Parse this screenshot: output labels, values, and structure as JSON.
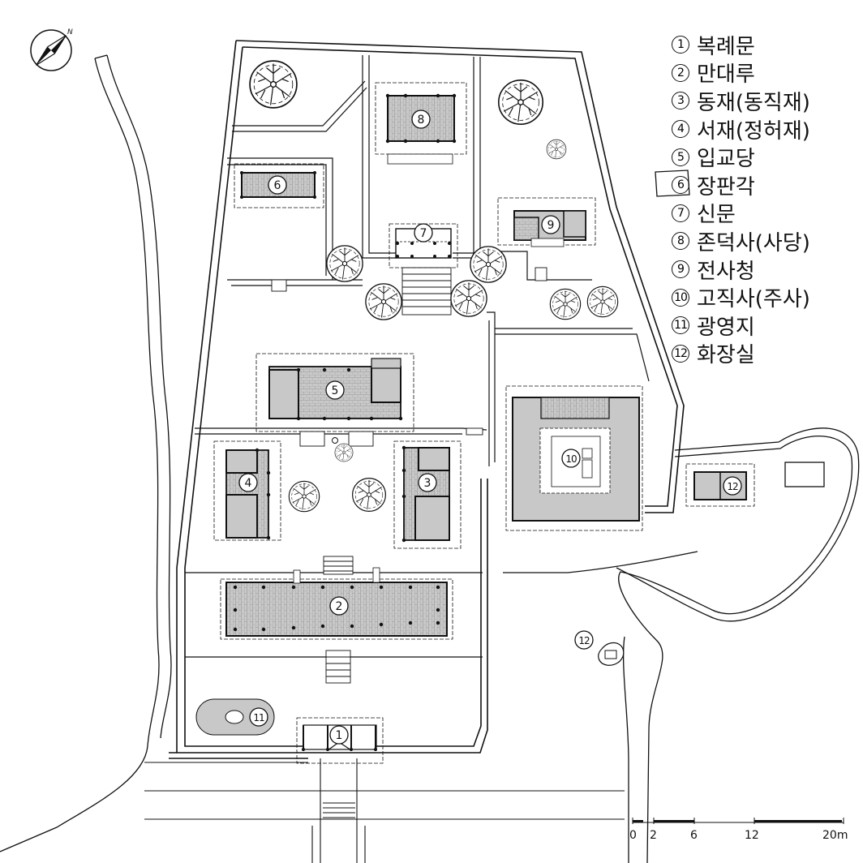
{
  "north": {
    "label": "N",
    "icon": "north-arrow-icon"
  },
  "legend": [
    {
      "num": "1",
      "name": "복례문"
    },
    {
      "num": "2",
      "name": "만대루"
    },
    {
      "num": "3",
      "name": "동재(동직재)"
    },
    {
      "num": "4",
      "name": "서재(정허재)"
    },
    {
      "num": "5",
      "name": "입교당"
    },
    {
      "num": "6",
      "name": "장판각"
    },
    {
      "num": "7",
      "name": "신문"
    },
    {
      "num": "8",
      "name": "존덕사(사당)"
    },
    {
      "num": "9",
      "name": "전사청"
    },
    {
      "num": "10",
      "name": "고직사(주사)"
    },
    {
      "num": "11",
      "name": "광영지"
    },
    {
      "num": "12",
      "name": "화장실"
    }
  ],
  "markers": [
    "1",
    "2",
    "3",
    "4",
    "5",
    "6",
    "7",
    "8",
    "9",
    "10",
    "11",
    "12",
    "12"
  ],
  "scale": {
    "labels": [
      "0",
      "2",
      "6",
      "12",
      "20m"
    ]
  },
  "colors": {
    "line": "#111111",
    "fill": "#c8c8c8",
    "tile": "#9a9a9a"
  }
}
